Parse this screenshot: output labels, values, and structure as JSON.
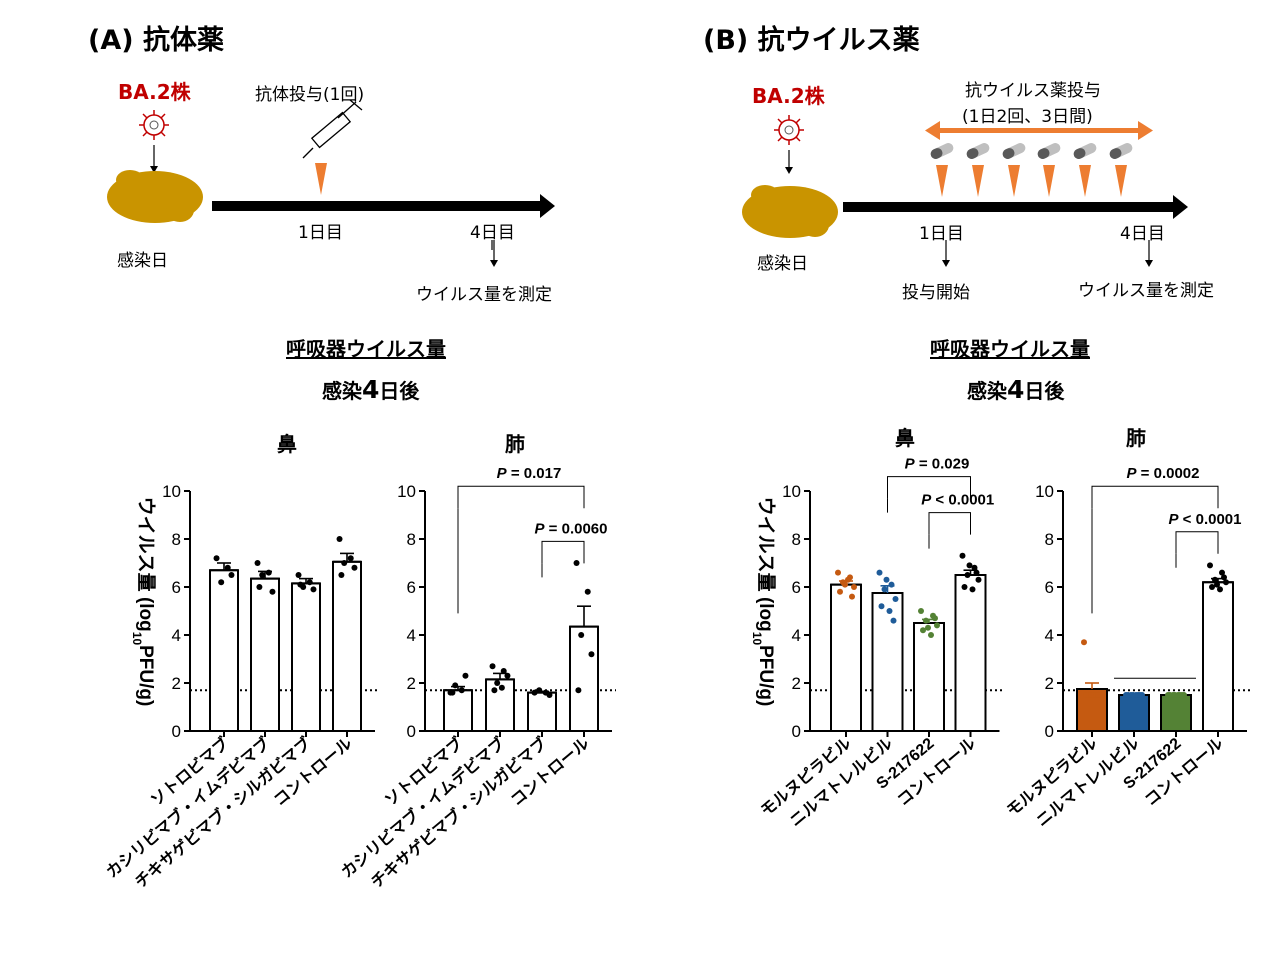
{
  "panel_a": {
    "title": "(A) 抗体薬",
    "strain": "BA.2株",
    "dosing_label": "抗体投与(1回)",
    "infection_day": "感染日",
    "day1": "1日目",
    "day4": "4日目",
    "measure": "ウイルス量を測定",
    "section_title": "呼吸器ウイルス量",
    "section_sub_prefix": "感染",
    "section_sub_num": "4",
    "section_sub_suffix": "日後",
    "nose_title": "鼻",
    "lung_title": "肺"
  },
  "panel_b": {
    "title": "(B) 抗ウイルス薬",
    "strain": "BA.2株",
    "dosing_label": "抗ウイルス薬投与",
    "dosing_sub": "(1日2回、3日間)",
    "infection_day": "感染日",
    "day1": "1日目",
    "day4": "4日目",
    "start": "投与開始",
    "measure": "ウイルス量を測定",
    "section_title": "呼吸器ウイルス量",
    "section_sub_prefix": "感染",
    "section_sub_num": "4",
    "section_sub_suffix": "日後",
    "nose_title": "鼻",
    "lung_title": "肺"
  },
  "colors": {
    "strain_red": "#c00000",
    "hamster": "#c99400",
    "arrow_orange": "#ed7d31",
    "molnupiravir": "#c55a11",
    "nirmatrelvir": "#1f5c99",
    "s217622": "#548235",
    "control": "#000000"
  },
  "chart_data": [
    {
      "type": "bar",
      "title": "鼻",
      "ylabel_prefix": "ウイルス量",
      "ylabel_paren_open": "(log",
      "ylabel_sub": "10",
      "ylabel_paren_close": "PFU/g)",
      "ylim": [
        0,
        10
      ],
      "yticks": [
        "0",
        "2",
        "4",
        "6",
        "8",
        "10"
      ],
      "detection_limit": 1.7,
      "categories": [
        "ソトロビマブ",
        "カシリビマブ・イムデビマブ",
        "チキサゲビマブ・シルガビマブ",
        "コントロール"
      ],
      "values": [
        6.7,
        6.35,
        6.15,
        7.05
      ],
      "sem": [
        0.3,
        0.3,
        0.2,
        0.35
      ],
      "point_colors": [
        "#000000",
        "#000000",
        "#000000",
        "#000000"
      ],
      "bar_fill": "#ffffff",
      "points": [
        [
          7.2,
          6.8,
          6.2,
          6.5
        ],
        [
          7.0,
          6.6,
          6.5,
          5.8,
          6.0
        ],
        [
          6.5,
          6.2,
          6.0,
          5.9,
          6.1
        ],
        [
          8.0,
          7.2,
          7.0,
          6.8,
          6.5
        ]
      ],
      "annotations": []
    },
    {
      "type": "bar",
      "title": "肺",
      "ylim": [
        0,
        10
      ],
      "yticks": [
        "0",
        "2",
        "4",
        "6",
        "8",
        "10"
      ],
      "detection_limit": 1.7,
      "categories": [
        "ソトロビマブ",
        "カシリビマブ・イムデビマブ",
        "チキサゲビマブ・シルガビマブ",
        "コントロール"
      ],
      "values": [
        1.7,
        2.15,
        1.6,
        4.35
      ],
      "sem": [
        0.15,
        0.25,
        0.05,
        0.85
      ],
      "point_colors": [
        "#000000",
        "#000000",
        "#000000",
        "#000000"
      ],
      "bar_fill": "#ffffff",
      "points": [
        [
          1.6,
          1.7,
          1.9,
          2.3,
          1.6
        ],
        [
          2.7,
          2.5,
          2.0,
          2.3,
          1.7,
          1.8
        ],
        [
          1.6,
          1.6,
          1.7,
          1.5
        ],
        [
          7.0,
          5.8,
          4.0,
          3.2,
          1.7
        ]
      ],
      "annotations": [
        {
          "from": 0,
          "to": 3,
          "level": 10.2,
          "p_italic": "P",
          "p_rest": " = 0.017"
        },
        {
          "from": 2,
          "to": 3,
          "level": 7.9,
          "p_italic": "P",
          "p_rest": " = 0.0060"
        }
      ]
    },
    {
      "type": "bar",
      "title": "鼻",
      "ylabel_prefix": "ウイルス量",
      "ylabel_paren_open": "(log",
      "ylabel_sub": "10",
      "ylabel_paren_close": "PFU/g)",
      "ylim": [
        0,
        10
      ],
      "yticks": [
        "0",
        "2",
        "4",
        "6",
        "8",
        "10"
      ],
      "detection_limit": 1.7,
      "categories": [
        "モルヌピラビル",
        "ニルマトレルビル",
        "S-217622",
        "コントロール"
      ],
      "values": [
        6.1,
        5.75,
        4.5,
        6.5
      ],
      "sem": [
        0.15,
        0.3,
        0.15,
        0.2
      ],
      "point_colors": [
        "#c55a11",
        "#1f5c99",
        "#548235",
        "#000000"
      ],
      "bar_fill": "#ffffff",
      "points": [
        [
          6.6,
          6.4,
          6.2,
          6.0,
          5.8,
          6.3,
          5.6,
          6.1
        ],
        [
          6.6,
          6.1,
          5.9,
          5.5,
          5.2,
          5.0,
          4.6,
          6.3
        ],
        [
          5.0,
          4.8,
          4.6,
          4.4,
          4.2,
          4.0,
          4.7,
          4.3
        ],
        [
          7.3,
          6.8,
          6.5,
          6.3,
          6.0,
          5.9,
          6.6,
          6.9
        ]
      ],
      "annotations": [
        {
          "from": 1,
          "to": 3,
          "level": 10.6,
          "p_italic": "P",
          "p_rest": " = 0.029"
        },
        {
          "from": 2,
          "to": 3,
          "level": 9.1,
          "p_italic": "P",
          "p_rest": " < 0.0001"
        }
      ]
    },
    {
      "type": "bar",
      "title": "肺",
      "ylim": [
        0,
        10
      ],
      "yticks": [
        "0",
        "2",
        "4",
        "6",
        "8",
        "10"
      ],
      "detection_limit": 1.7,
      "categories": [
        "モルヌピラビル",
        "ニルマトレルビル",
        "S-217622",
        "コントロール"
      ],
      "values": [
        1.75,
        1.5,
        1.5,
        6.2
      ],
      "sem": [
        0.25,
        0.0,
        0.0,
        0.15
      ],
      "point_colors": [
        "#c55a11",
        "#1f5c99",
        "#548235",
        "#000000"
      ],
      "bar_fill": "#ffffff",
      "bar_fills": [
        "#c55a11",
        "#1f5c99",
        "#548235",
        "#ffffff"
      ],
      "points": [
        [
          3.7,
          1.5,
          1.5,
          1.5,
          1.5,
          1.5,
          1.5,
          1.5
        ],
        [
          1.5,
          1.5,
          1.5,
          1.5,
          1.5,
          1.5,
          1.5,
          1.5
        ],
        [
          1.5,
          1.5,
          1.5,
          1.5,
          1.5,
          1.5,
          1.5,
          1.5
        ],
        [
          6.9,
          6.6,
          6.3,
          6.2,
          6.0,
          5.9,
          6.4,
          6.1
        ]
      ],
      "annotations": [
        {
          "from": 0,
          "to": 3,
          "level": 10.2,
          "p_italic": "P",
          "p_rest": " = 0.0002"
        },
        {
          "from": 2,
          "to": 3,
          "level": 8.3,
          "p_italic": "P",
          "p_rest": " < 0.0001"
        }
      ],
      "group_bracket": {
        "from": 1,
        "to": 2,
        "level": 2.2
      }
    }
  ]
}
